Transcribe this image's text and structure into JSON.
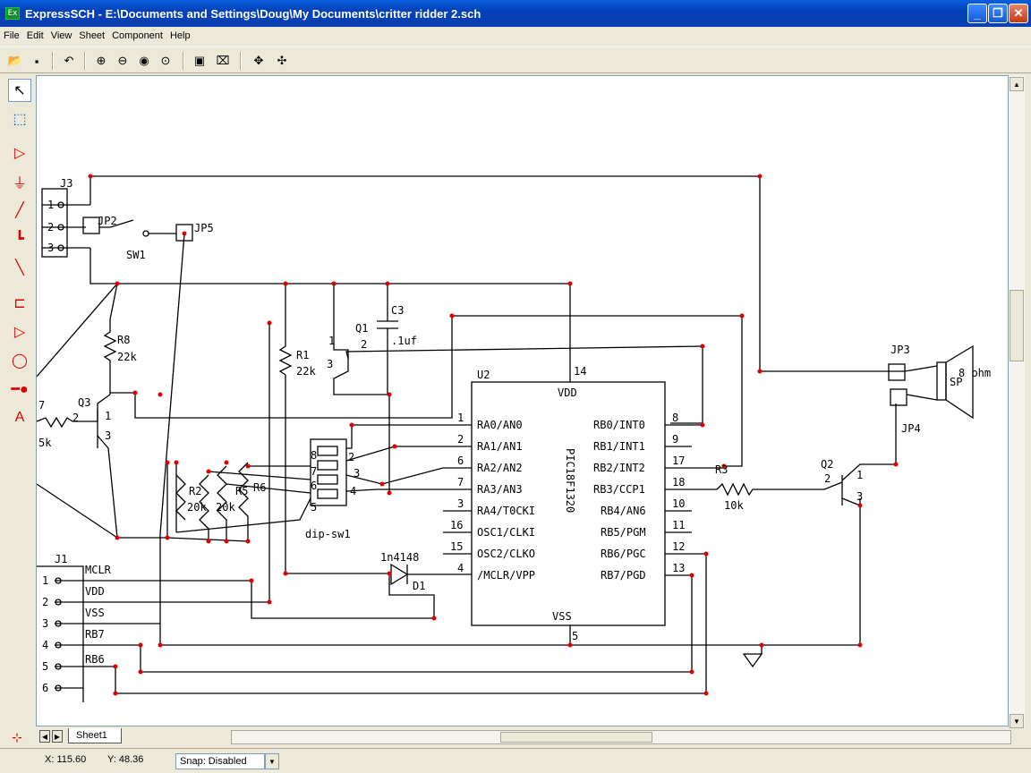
{
  "window": {
    "title": "ExpressSCH - E:\\Documents and Settings\\Doug\\My Documents\\critter ridder 2.sch",
    "icon_text": "Ex"
  },
  "menu": [
    "File",
    "Edit",
    "View",
    "Sheet",
    "Component",
    "Help"
  ],
  "toolbar_icons": [
    "open-icon",
    "save-icon",
    "undo-icon",
    "zoom-in-icon",
    "zoom-out-icon",
    "zoom-fit-icon",
    "zoom-area-icon",
    "properties-icon",
    "print-icon",
    "pan-icon",
    "pan-center-icon"
  ],
  "left_tools": [
    "pointer-icon",
    "select-area-icon",
    "component-icon",
    "ground-icon",
    "wire-icon",
    "bus-icon",
    "bus-entry-icon",
    "part-icon",
    "port-icon",
    "circle-icon",
    "junction-icon",
    "text-icon"
  ],
  "bottom": {
    "sheet_tab": "Sheet1"
  },
  "status": {
    "x": "X: 115.60",
    "y": "Y: 48.36",
    "snap": "Snap: Disabled"
  },
  "schematic": {
    "labels": {
      "J3": "J3",
      "JP2": "JP2",
      "JP5": "JP5",
      "SW1": "SW1",
      "R8": "R8",
      "R8v": "22k",
      "Q3": "Q3",
      "R7pin": "7",
      "R7v": "5k",
      "Q3p2": "2",
      "Q3p1": "1",
      "Q3p3": "3",
      "Q1": "Q1",
      "Q1p1": "1",
      "Q1p2": "2",
      "Q1p3": "3",
      "C3": "C3",
      "C3v": ".1uf",
      "R1": "R1",
      "R1v": "22k",
      "U2": "U2",
      "VDD": "VDD",
      "VSS": "VSS",
      "PIC": "PIC18F1320",
      "pin14": "14",
      "pin5": "5",
      "RA0": "RA0/AN0",
      "RA1": "RA1/AN1",
      "RA2": "RA2/AN2",
      "RA3": "RA3/AN3",
      "RA4": "RA4/T0CKI",
      "OSC1": "OSC1/CLKI",
      "OSC2": "OSC2/CLKO",
      "MCLR": "/MCLR/VPP",
      "RB0": "RB0/INT0",
      "RB1": "RB1/INT1",
      "RB2": "RB2/INT2",
      "RB3": "RB3/CCP1",
      "RB4": "RB4/AN6",
      "RB5": "RB5/PGM",
      "RB6": "RB6/PGC",
      "RB7": "RB7/PGD",
      "lp1": "1",
      "lp2": "2",
      "lp6": "6",
      "lp7": "7",
      "lp3": "3",
      "lp16": "16",
      "lp15": "15",
      "lp4": "4",
      "rp8": "8",
      "rp9": "9",
      "rp17": "17",
      "rp18": "18",
      "rp10": "10",
      "rp11": "11",
      "rp12": "12",
      "rp13": "13",
      "R3": "R3",
      "R3v": "10k",
      "Q2": "Q2",
      "Q2p1": "1",
      "Q2p2": "2",
      "Q2p3": "3",
      "JP3": "JP3",
      "JP4": "JP4",
      "SP": "SP",
      "SPv": "8 ohm",
      "DIP": "dip-sw1",
      "d8": "8",
      "d7": "7",
      "d6": "6",
      "d5": "5",
      "d2": "2",
      "d3": "3",
      "d4": "4",
      "R2": "R2",
      "R2v": "20k",
      "R5": "R5",
      "R5v": "20k",
      "R6": "R6",
      "D1v": "1n4148",
      "D1": "D1",
      "J1": "J1",
      "jMCLR": "MCLR",
      "jVDD": "VDD",
      "jVSS": "VSS",
      "jRB7": "RB7",
      "jRB6": "RB6",
      "j1": "1",
      "j2": "2",
      "j3": "3",
      "j4": "4",
      "j5": "5",
      "j6": "6",
      "j3p1": "1",
      "j3p2": "2",
      "j3p3": "3"
    }
  }
}
